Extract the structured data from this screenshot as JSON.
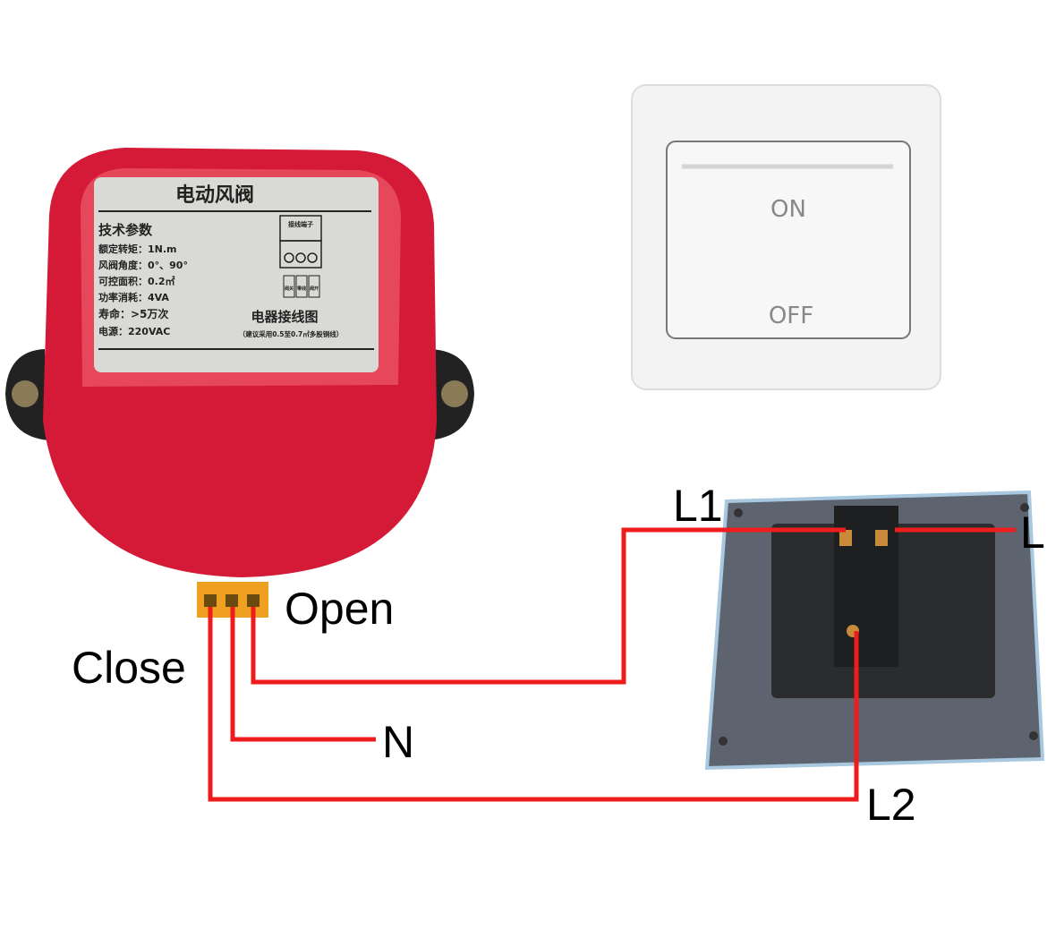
{
  "actuator": {
    "title": "电动风阀",
    "spec_heading": "技术参数",
    "specs": [
      "额定转矩：1N.m",
      "风阀角度：0°、90°",
      "可控面积：0.2㎡",
      "功率消耗：4VA",
      "寿命：>5万次",
      "电源：220VAC"
    ],
    "terminal_box_title": "接线端子",
    "terminal_labels": [
      "阀关",
      "零线",
      "阀开"
    ],
    "diagram_title": "电器接线图",
    "wire_note": "（建议采用0.5至0.7㎡多股铜线）"
  },
  "switch_front": {
    "on_label": "ON",
    "off_label": "OFF"
  },
  "wire_labels": {
    "open": "Open",
    "close": "Close",
    "neutral": "N",
    "l1": "L1",
    "live": "L",
    "l2": "L2"
  },
  "colors": {
    "wire": "#ee1c1c",
    "actuator_body": "#d41a36",
    "terminal": "#f0a020"
  }
}
